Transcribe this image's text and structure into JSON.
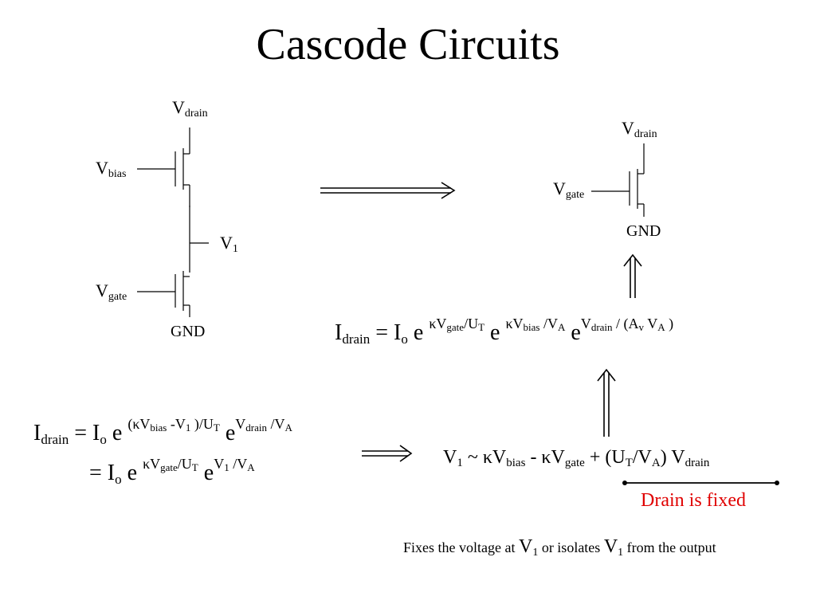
{
  "title": "Cascode Circuits",
  "left_circuit": {
    "vdrain": {
      "main": "V",
      "sub": "drain"
    },
    "vbias": {
      "main": "V",
      "sub": "bias"
    },
    "v1": {
      "main": "V",
      "sub": "1"
    },
    "vgate": {
      "main": "V",
      "sub": "gate"
    },
    "gnd": "GND"
  },
  "right_circuit": {
    "vdrain": {
      "main": "V",
      "sub": "drain"
    },
    "vgate": {
      "main": "V",
      "sub": "gate"
    },
    "gnd": "GND"
  },
  "eq_top": {
    "lhs_main": "I",
    "lhs_sub": "drain",
    "eq_io_main": "= I",
    "eq_io_sub": "o",
    "e": "e",
    "exp1": "κV",
    "exp1_sub1": "gate",
    "exp1_mid": "/U",
    "exp1_sub2": "T",
    "e2": "e",
    "exp2": "κV",
    "exp2_sub1": "bias",
    "exp2_mid": " /V",
    "exp2_sub2": "A",
    "e3": "e",
    "exp3": "V",
    "exp3_sub1": "drain",
    "exp3_mid": " / (A",
    "exp3_sub2": "v",
    "exp3_mid2": " V",
    "exp3_sub3": "A",
    "exp3_end": " )"
  },
  "eq_left_1": {
    "lhs_main": "I",
    "lhs_sub": "drain",
    "eq_io_main": "= I",
    "eq_io_sub": "o",
    "e": "e",
    "exp1": "(κV",
    "exp1_sub1": "bias",
    "exp1_mid": "  -V",
    "exp1_sub2": "1",
    "exp1_mid2": "  )/U",
    "exp1_sub3": "T",
    "e2": "e",
    "exp2": "V",
    "exp2_sub1": "drain",
    "exp2_mid": " /V",
    "exp2_sub2": "A"
  },
  "eq_left_2": {
    "eq_io_main": "= I",
    "eq_io_sub": "o",
    "e": "e",
    "exp1": "κV",
    "exp1_sub1": "gate",
    "exp1_mid": "/U",
    "exp1_sub2": "T",
    "e2": "e",
    "exp2": "V",
    "exp2_sub1": "1",
    "exp2_mid": " /V",
    "exp2_sub2": "A"
  },
  "eq_v1": {
    "p1": "V",
    "s1": "1",
    "p2": " ~ κV",
    "s2": "bias",
    "p3": " - κV",
    "s3": "gate",
    "p4": " + (U",
    "s4": "T",
    "p5": "/V",
    "s5": "A",
    "p6": ") V",
    "s6": "drain"
  },
  "drain_fixed": "Drain is fixed",
  "caption": {
    "t1": "Fixes the voltage at ",
    "v_a": "V",
    "v_a_sub": "1",
    "t2": " or isolates ",
    "v_b": "V",
    "v_b_sub": "1",
    "t3": " from the output"
  },
  "colors": {
    "accent_red": "#e00000",
    "line": "#000000"
  }
}
